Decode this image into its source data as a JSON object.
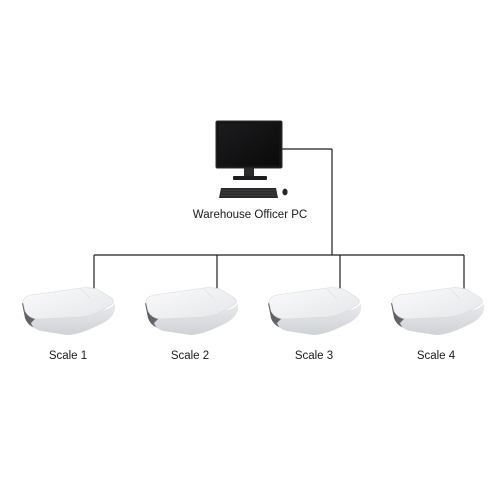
{
  "pc": {
    "label": "Warehouse Officer PC",
    "icon": "desktop-computer-icon"
  },
  "scales": [
    {
      "label": "Scale 1",
      "icon": "scale-icon"
    },
    {
      "label": "Scale 2",
      "icon": "scale-icon"
    },
    {
      "label": "Scale 3",
      "icon": "scale-icon"
    },
    {
      "label": "Scale 4",
      "icon": "scale-icon"
    }
  ],
  "colors": {
    "line": "#1f1f1f",
    "background": "#ffffff",
    "scale_body": "#f1f2f3",
    "scale_shadow": "#6d6f74"
  }
}
